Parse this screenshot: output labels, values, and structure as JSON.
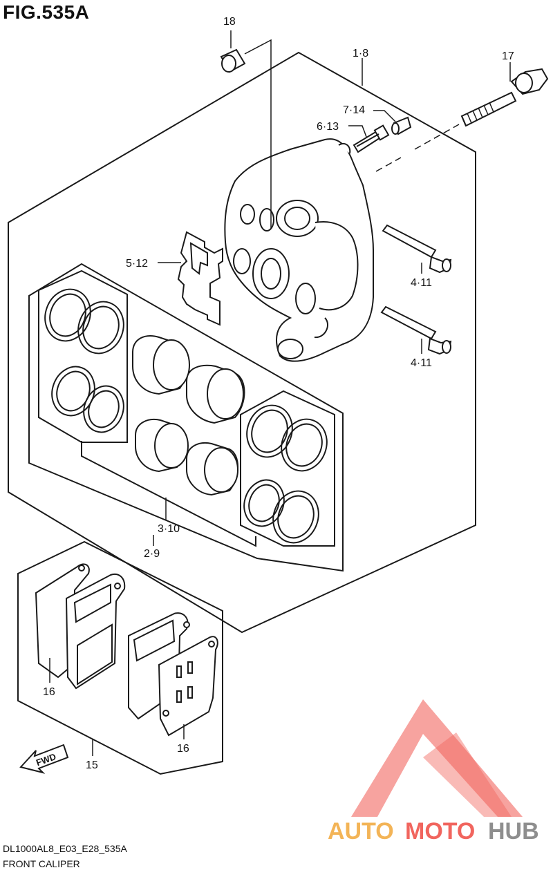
{
  "figure": {
    "title": "FIG.535A"
  },
  "callouts": {
    "c18": "18",
    "c1_8": "1·8",
    "c17": "17",
    "c7_14": "7·14",
    "c6_13": "6·13",
    "c5_12": "5·12",
    "c4_11_a": "4·11",
    "c4_11_b": "4·11",
    "c3_10": "3·10",
    "c2_9": "2·9",
    "c16_a": "16",
    "c16_b": "16",
    "c15": "15"
  },
  "fwd": {
    "label": "FWD"
  },
  "watermark": {
    "text_a": "AUTO",
    "text_b": "MOTO",
    "text_c": "HUB"
  },
  "footer": {
    "code": "DL1000AL8_E03_E28_535A",
    "name": "FRONT CALIPER"
  },
  "colors": {
    "line": "#1a1a1a",
    "watermark_red": "#ef4b42",
    "watermark_gold": "#f2a83a",
    "watermark_grey": "#7b7b7b"
  }
}
